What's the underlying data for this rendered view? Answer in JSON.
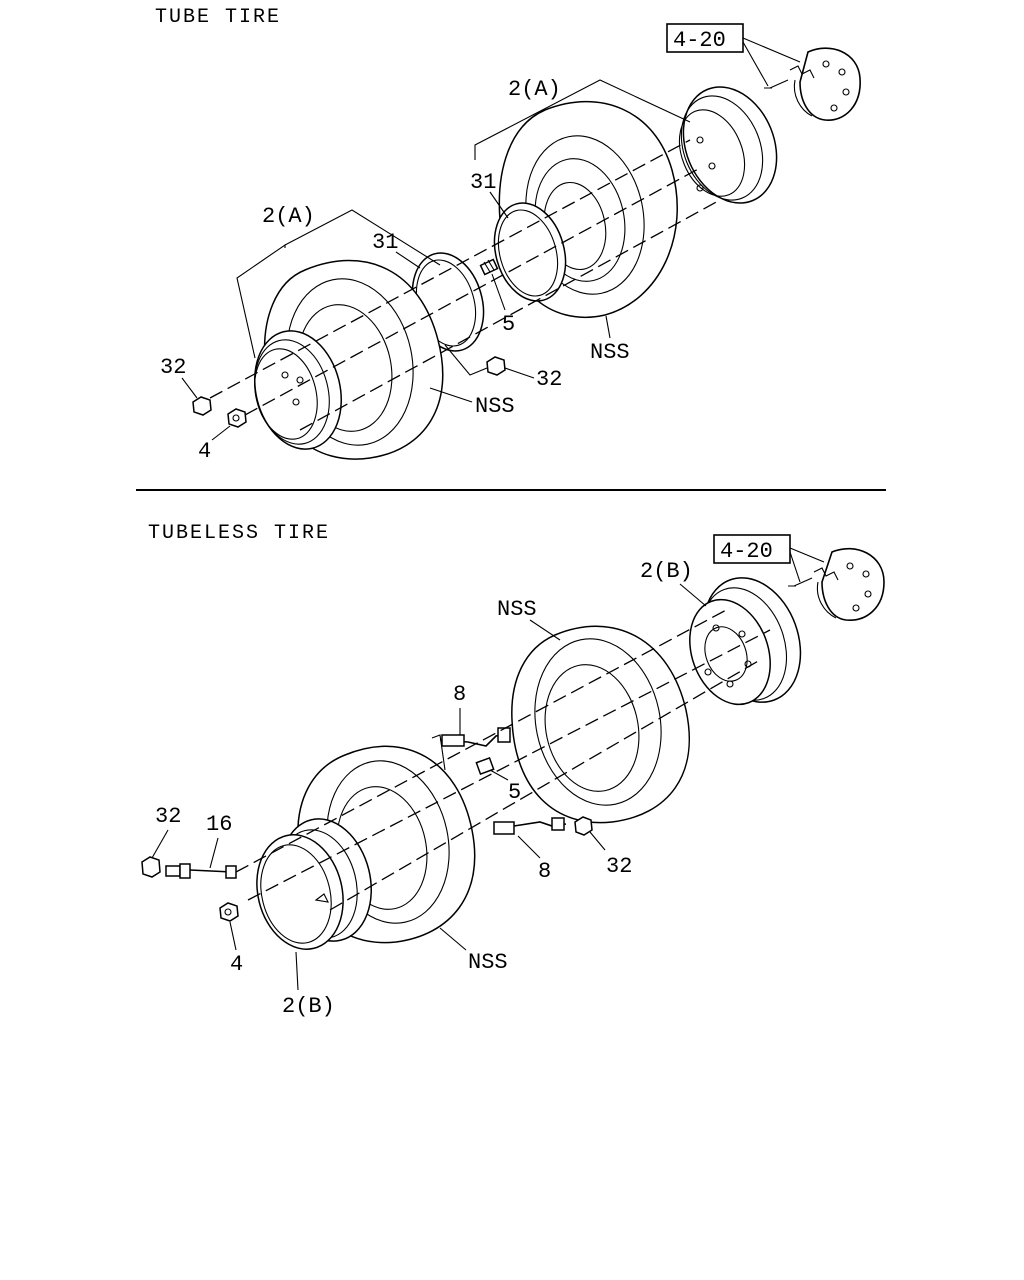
{
  "sections": {
    "tube": {
      "title": "TUBE TIRE",
      "labels": {
        "ref_box": "4-20",
        "tire_upper": "2(A)",
        "tire_lower": "2(A)",
        "ring_upper": "31",
        "ring_lower": "31",
        "valve": "5",
        "nut_left": "32",
        "nut_right": "32",
        "nss_upper": "NSS",
        "nss_lower": "NSS",
        "nut_4": "4"
      }
    },
    "tubeless": {
      "title": "TUBELESS TIRE",
      "labels": {
        "ref_box": "4-20",
        "wheel_upper": "2(B)",
        "wheel_lower": "2(B)",
        "nss_upper": "NSS",
        "nss_lower": "NSS",
        "hose_upper": "8",
        "hose_lower": "8",
        "valve": "5",
        "nut_left": "32",
        "nut_right": "32",
        "stud": "16",
        "nut_4": "4"
      }
    }
  }
}
